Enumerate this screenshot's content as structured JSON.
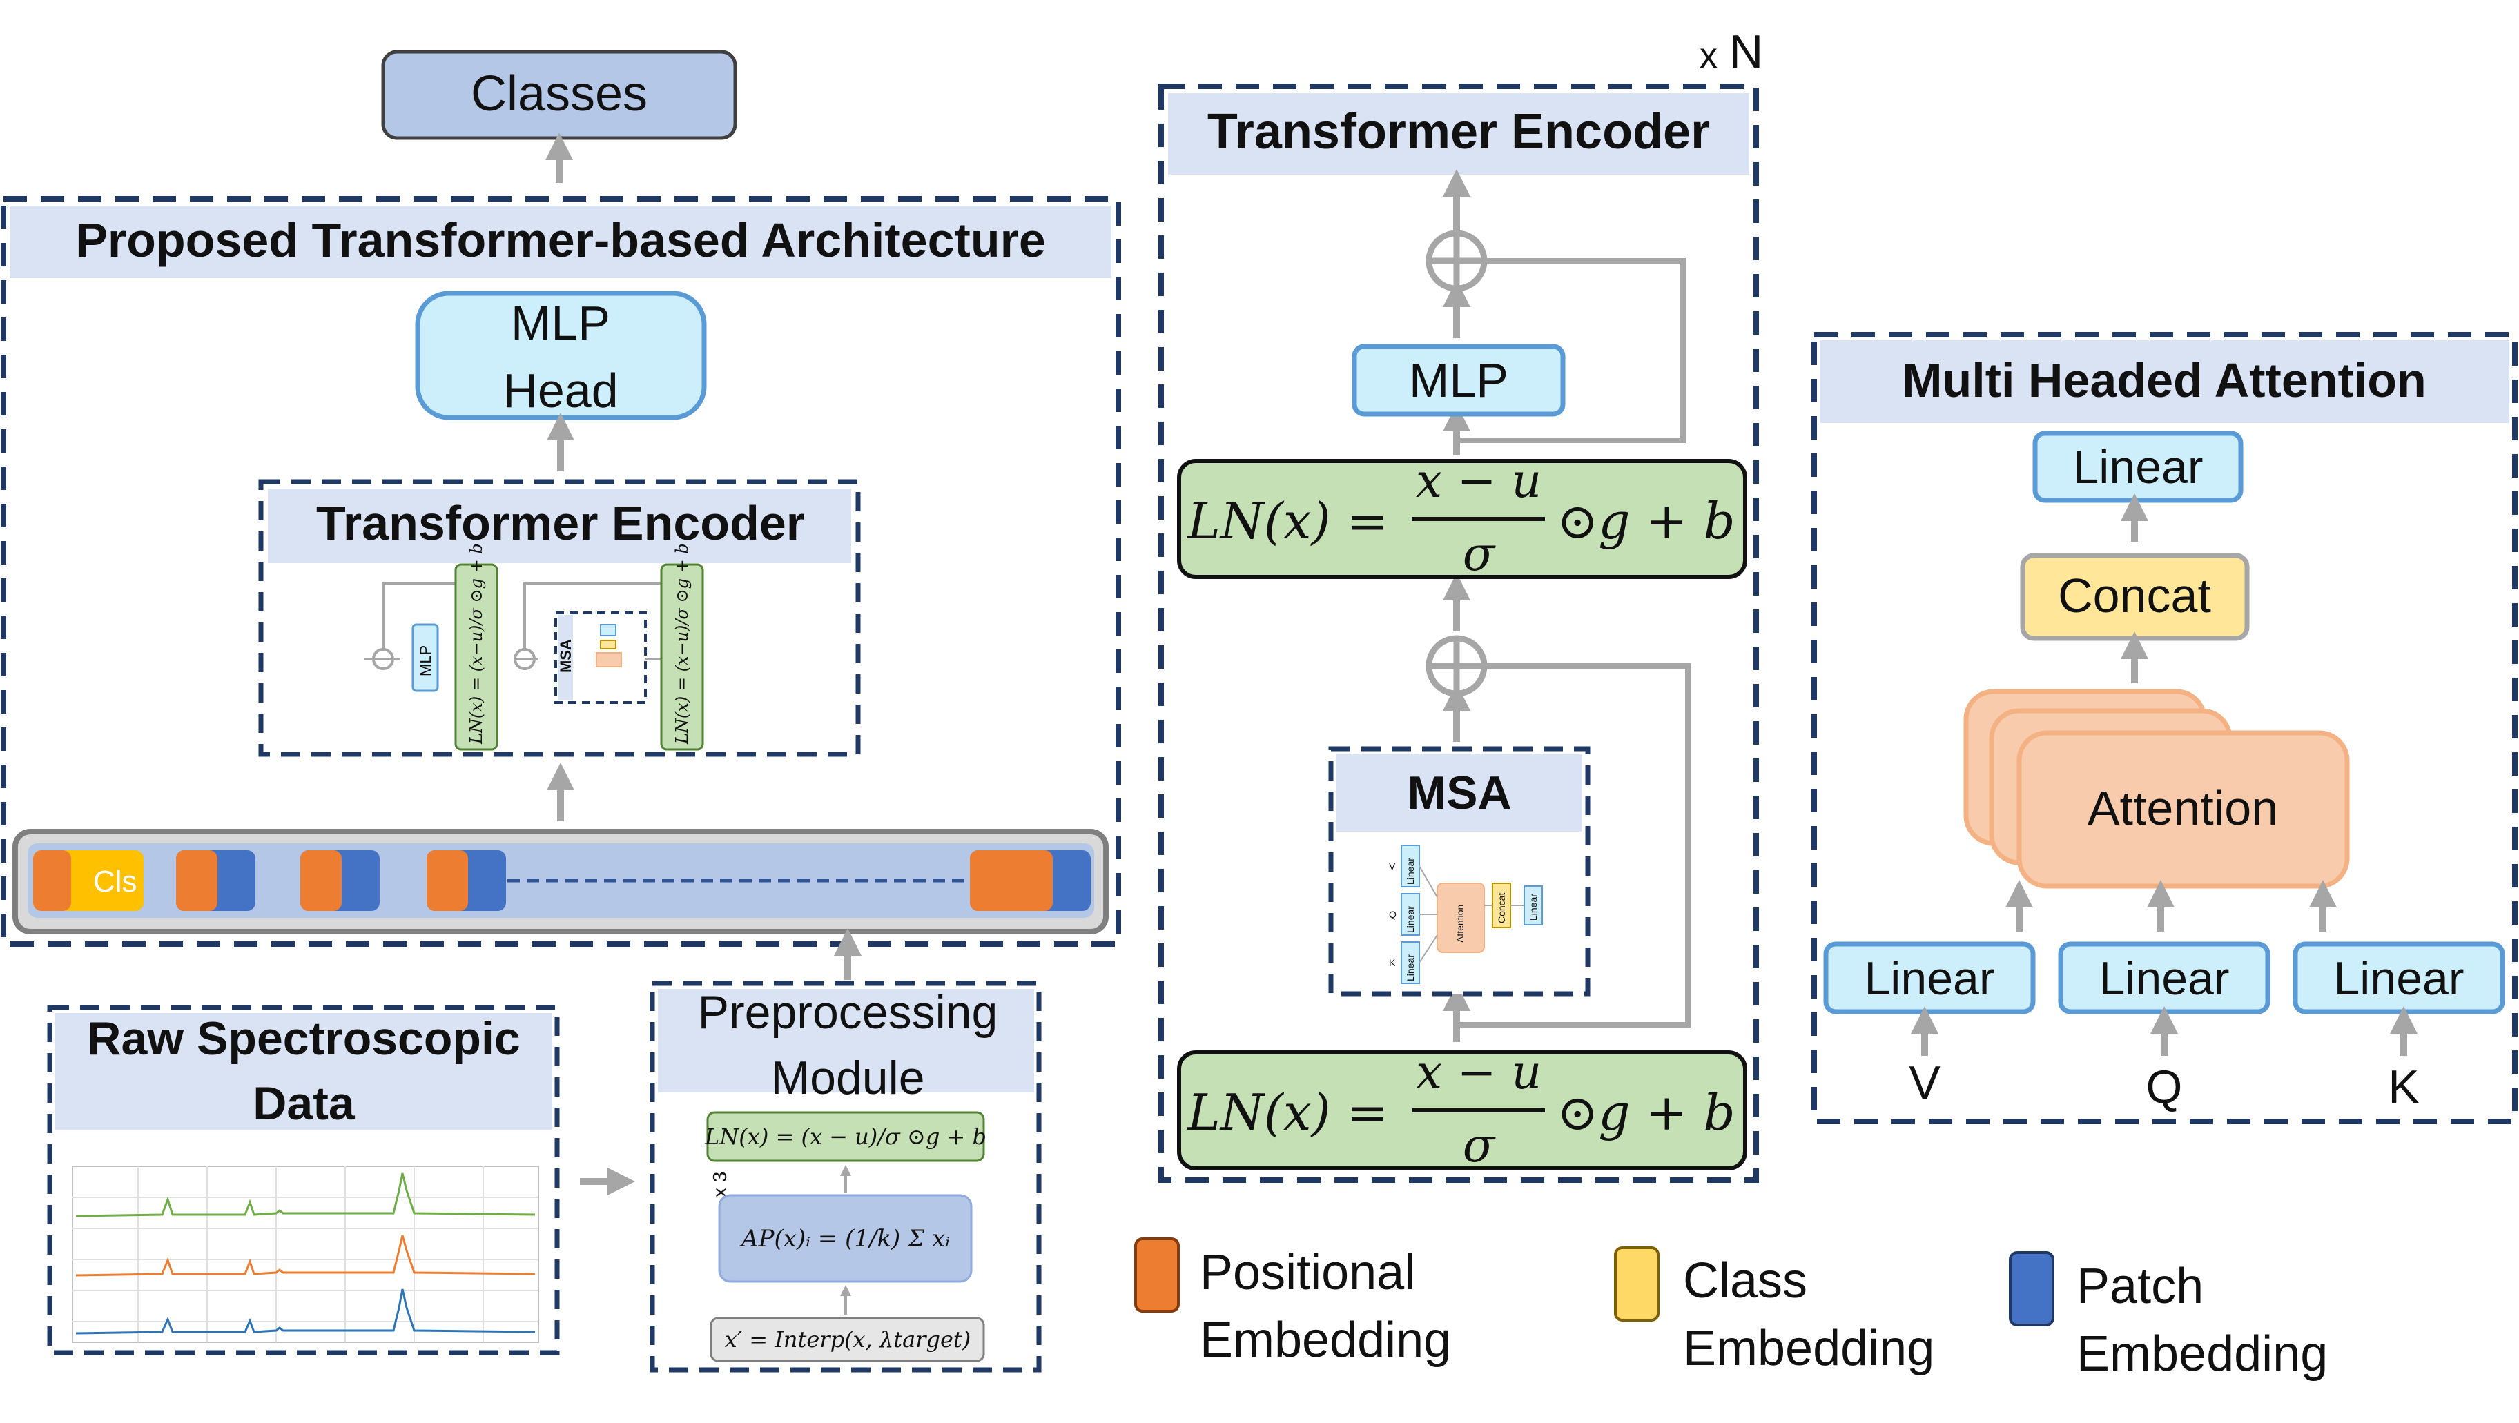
{
  "top": {
    "classes": "Classes"
  },
  "arch": {
    "title": "Proposed Transformer-based Architecture",
    "mlp_head_line1": "MLP",
    "mlp_head_line2": "Head",
    "encoder_title": "Transformer Encoder",
    "mini_mlp": "MLP",
    "mini_msa": "MSA",
    "cls_token": "Cls"
  },
  "raw": {
    "title_line1": "Raw Spectroscopic",
    "title_line2": "Data"
  },
  "prep": {
    "title_line1": "Preprocessing",
    "title_line2": "Module",
    "repeat": "x 3",
    "eq_ln": "LN(x) = (x − u)/σ ⊙g + b",
    "eq_ap": "AP(x)ᵢ = (1/k) Σ xᵢ",
    "eq_interp": "x′ = Interp(x, λtarget)"
  },
  "encoder": {
    "title": "Transformer Encoder",
    "repeat_x": "x",
    "repeat_n": "N",
    "mlp": "MLP",
    "msa": "MSA",
    "ln_lhs": "LN(x) =",
    "ln_num": "x − u",
    "ln_den": "σ",
    "ln_rhs": "⊙g + b"
  },
  "mha": {
    "title": "Multi Headed Attention",
    "linear_top": "Linear",
    "concat": "Concat",
    "attention": "Attention",
    "linear": "Linear",
    "v": "V",
    "q": "Q",
    "k": "K",
    "mini_linear": "Linear",
    "mini_attention": "Attention",
    "mini_concat": "Concat"
  },
  "legend": {
    "positional_line1": "Positional",
    "positional_line2": "Embedding",
    "class_line1": "Class",
    "class_line2": "Embedding",
    "patch_line1": "Patch",
    "patch_line2": "Embedding"
  },
  "colors": {
    "orange": "#ED7D31",
    "yellow": "#FFD966",
    "blue": "#4472C4",
    "light_blue": "#CDEFFB",
    "green": "#C5E0B4",
    "title_bar": "#DAE3F3",
    "classes_box": "#B4C7E7",
    "attention": "#F8CBAD",
    "gray_arrow": "#A6A6A6",
    "dash_border": "#1F3864"
  }
}
